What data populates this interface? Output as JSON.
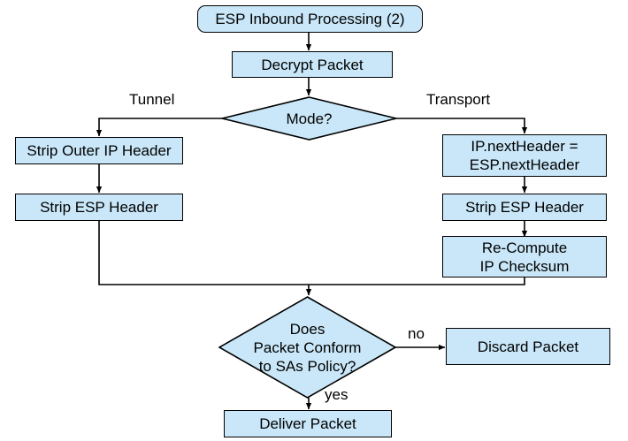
{
  "diagram": {
    "title": "ESP Inbound Processing (2)",
    "type": "flowchart",
    "fill_color": "#c9e7f8",
    "stroke_color": "#000000",
    "background_color": "#ffffff",
    "nodes": {
      "start": {
        "label": "ESP Inbound Processing (2)",
        "shape": "terminator"
      },
      "decrypt": {
        "label": "Decrypt Packet",
        "shape": "process"
      },
      "mode": {
        "label": "Mode?",
        "shape": "decision"
      },
      "strip_outer_ip": {
        "label": "Strip Outer IP Header",
        "shape": "process"
      },
      "strip_esp_left": {
        "label": "Strip ESP Header",
        "shape": "process"
      },
      "next_header": {
        "label": "IP.nextHeader =\nESP.nextHeader",
        "shape": "process"
      },
      "strip_esp_right": {
        "label": "Strip ESP Header",
        "shape": "process"
      },
      "recompute": {
        "label": "Re-Compute\nIP Checksum",
        "shape": "process"
      },
      "conform": {
        "label": "Does\nPacket Conform\nto SAs Policy?",
        "shape": "decision"
      },
      "discard": {
        "label": "Discard Packet",
        "shape": "process"
      },
      "deliver": {
        "label": "Deliver Packet",
        "shape": "process"
      }
    },
    "edge_labels": {
      "tunnel": "Tunnel",
      "transport": "Transport",
      "no": "no",
      "yes": "yes"
    }
  }
}
